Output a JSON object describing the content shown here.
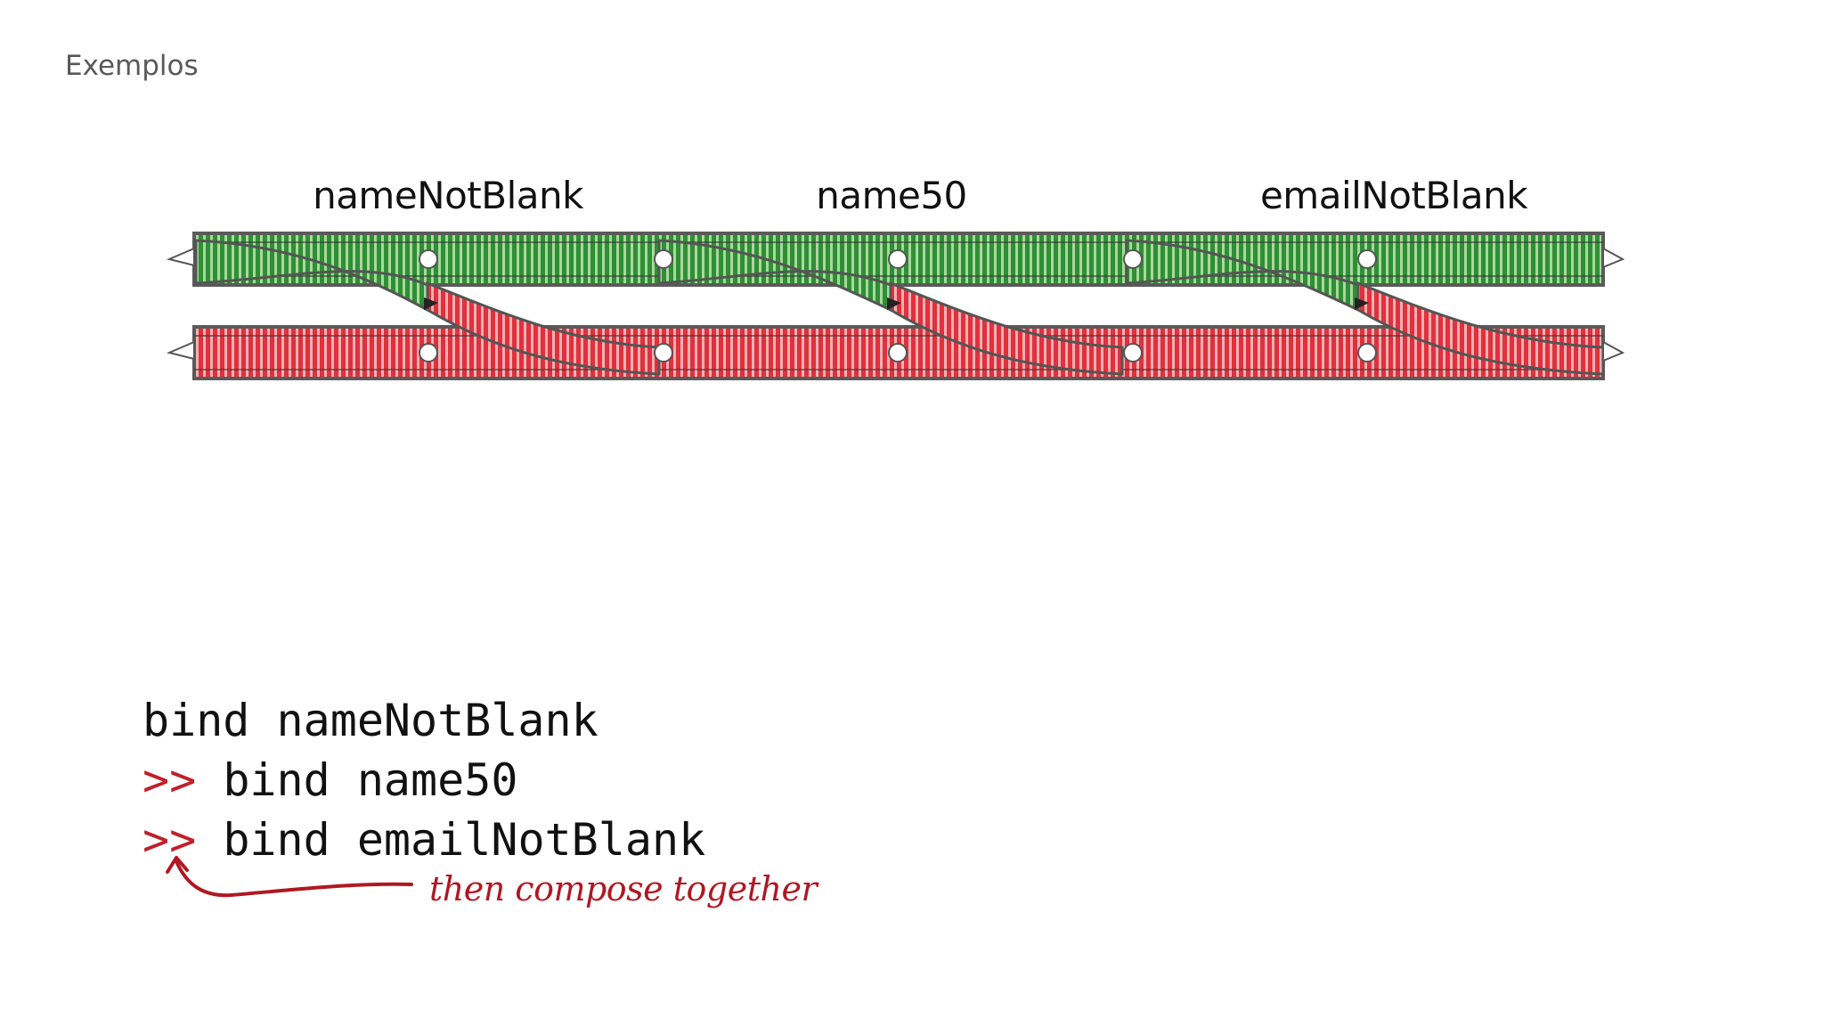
{
  "slide": {
    "title": "Exemplos"
  },
  "diagram": {
    "functions": [
      {
        "label": "nameNotBlank"
      },
      {
        "label": "name50"
      },
      {
        "label": "emailNotBlank"
      }
    ],
    "colors": {
      "success": "#2e8b2e",
      "failure": "#e2343e",
      "rail": "#555555"
    }
  },
  "code": {
    "lines": [
      {
        "op": "",
        "text": "bind nameNotBlank"
      },
      {
        "op": ">>",
        "text": " bind name50"
      },
      {
        "op": ">>",
        "text": " bind emailNotBlank"
      }
    ]
  },
  "annotation": {
    "text": "then compose together"
  }
}
